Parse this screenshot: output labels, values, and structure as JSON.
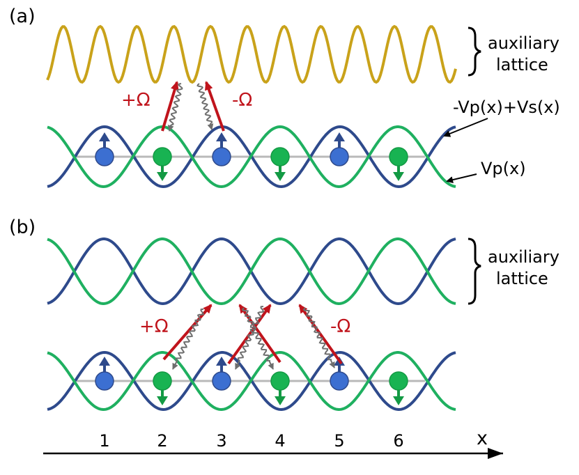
{
  "panel_a": {
    "label": "(a)",
    "aux_label_line1": "auxiliary",
    "aux_label_line2": "lattice",
    "plus_omega": "+Ω",
    "minus_omega": "-Ω",
    "pot_label": "-Vp(x)+Vs(x)",
    "vp_label": "Vp(x)"
  },
  "panel_b": {
    "label": "(b)",
    "aux_label_line1": "auxiliary",
    "aux_label_line2": "lattice",
    "plus_omega": "+Ω",
    "minus_omega": "-Ω"
  },
  "axis": {
    "label": "x",
    "sites": [
      "1",
      "2",
      "3",
      "4",
      "5",
      "6"
    ]
  },
  "colors": {
    "gold": "#c9a21a",
    "blue": "#2e4a8c",
    "green": "#1fb060",
    "atom_blue": "#3c6fd1",
    "atom_green": "#18b352",
    "red": "#c0141c",
    "gray": "#6e6e6e",
    "lattice_line": "#b9b9b9"
  },
  "atoms": {
    "panel_a": [
      {
        "site": 1,
        "type": "blue",
        "spin": "up"
      },
      {
        "site": 2,
        "type": "green",
        "spin": "down"
      },
      {
        "site": 3,
        "type": "blue",
        "spin": "up"
      },
      {
        "site": 4,
        "type": "green",
        "spin": "down"
      },
      {
        "site": 5,
        "type": "blue",
        "spin": "up"
      },
      {
        "site": 6,
        "type": "green",
        "spin": "down"
      }
    ],
    "panel_b": [
      {
        "site": 1,
        "type": "blue",
        "spin": "up"
      },
      {
        "site": 2,
        "type": "green",
        "spin": "down"
      },
      {
        "site": 3,
        "type": "blue",
        "spin": "up"
      },
      {
        "site": 4,
        "type": "green",
        "spin": "down"
      },
      {
        "site": 5,
        "type": "blue",
        "spin": "up"
      },
      {
        "site": 6,
        "type": "green",
        "spin": "down"
      }
    ]
  }
}
